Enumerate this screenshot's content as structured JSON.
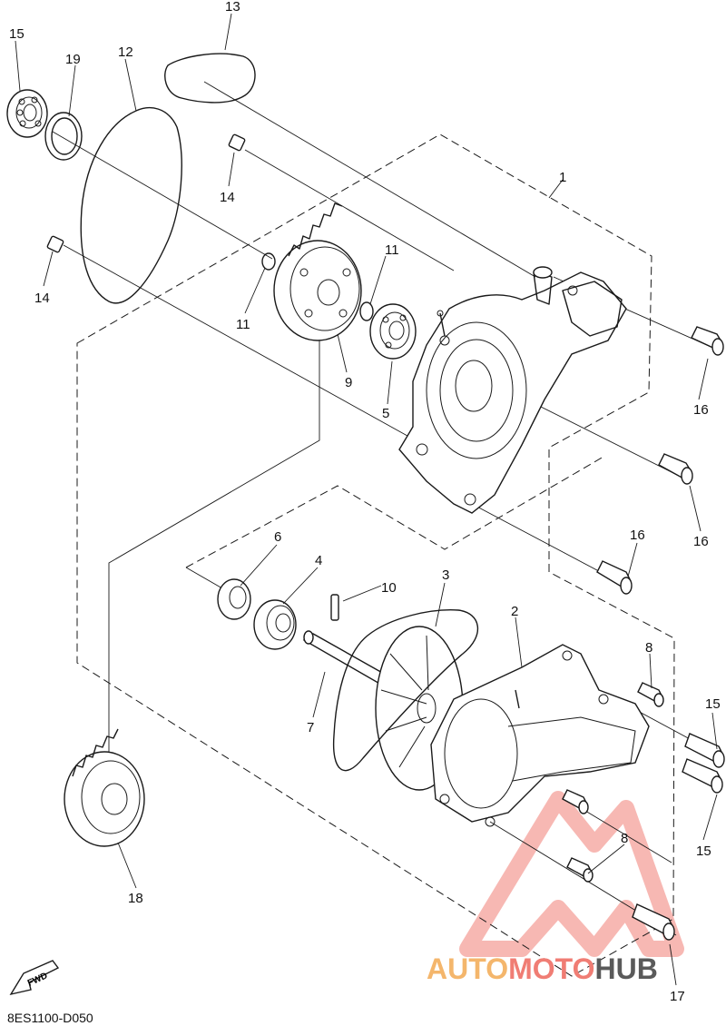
{
  "diagram": {
    "callouts": [
      {
        "id": "c1",
        "text": "1"
      },
      {
        "id": "c2",
        "text": "2"
      },
      {
        "id": "c3",
        "text": "3"
      },
      {
        "id": "c4",
        "text": "4"
      },
      {
        "id": "c5",
        "text": "5"
      },
      {
        "id": "c6",
        "text": "6"
      },
      {
        "id": "c7",
        "text": "7"
      },
      {
        "id": "c8a",
        "text": "8"
      },
      {
        "id": "c8b",
        "text": "8"
      },
      {
        "id": "c9",
        "text": "9"
      },
      {
        "id": "c10",
        "text": "10"
      },
      {
        "id": "c11a",
        "text": "11"
      },
      {
        "id": "c11b",
        "text": "11"
      },
      {
        "id": "c12",
        "text": "12"
      },
      {
        "id": "c13",
        "text": "13"
      },
      {
        "id": "c14a",
        "text": "14"
      },
      {
        "id": "c14b",
        "text": "14"
      },
      {
        "id": "c15a",
        "text": "15"
      },
      {
        "id": "c15b",
        "text": "15"
      },
      {
        "id": "c15c",
        "text": "15"
      },
      {
        "id": "c16a",
        "text": "16"
      },
      {
        "id": "c16b",
        "text": "16"
      },
      {
        "id": "c16c",
        "text": "16"
      },
      {
        "id": "c17",
        "text": "17"
      },
      {
        "id": "c18",
        "text": "18"
      },
      {
        "id": "c19",
        "text": "19"
      }
    ],
    "fwd_label": "FWD",
    "drawing_code": "8ES1100-D050"
  },
  "watermark": {
    "part1": "AUTO",
    "part2": "MOTO",
    "part3": "HUB",
    "colors": {
      "part1": "#f4b66c",
      "part2": "#f07d74",
      "part3": "#5a5a5a",
      "logo": "#f07d74"
    }
  }
}
